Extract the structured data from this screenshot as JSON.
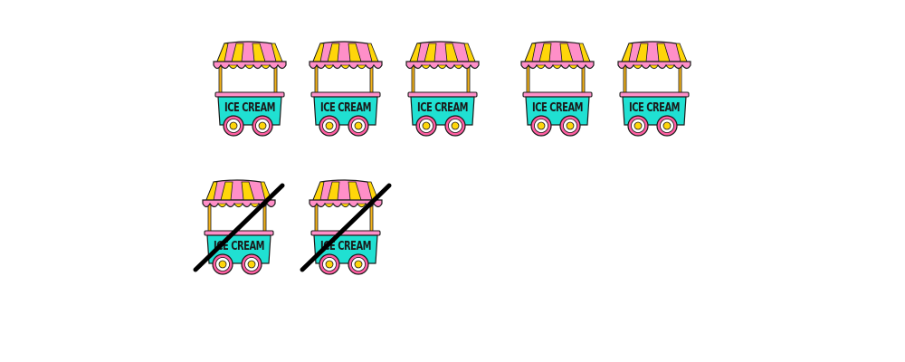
{
  "cart_label": "ICE CREAM",
  "colors": {
    "awning_pink": "#ff8fc8",
    "awning_yellow": "#ffd60a",
    "cart_teal": "#20e0d2",
    "pole_gold": "#f2b21a",
    "wheel_pink": "#ff5fa2",
    "outline": "#1a1a1a",
    "strike": "#000000"
  },
  "icons": {
    "item": "ice-cream-cart-icon",
    "crossed_out": "strike-through-line"
  },
  "rows": [
    {
      "name": "top-row",
      "count": 5,
      "crossed_out": 0
    },
    {
      "name": "bottom-row",
      "count": 2,
      "crossed_out": 2
    }
  ]
}
